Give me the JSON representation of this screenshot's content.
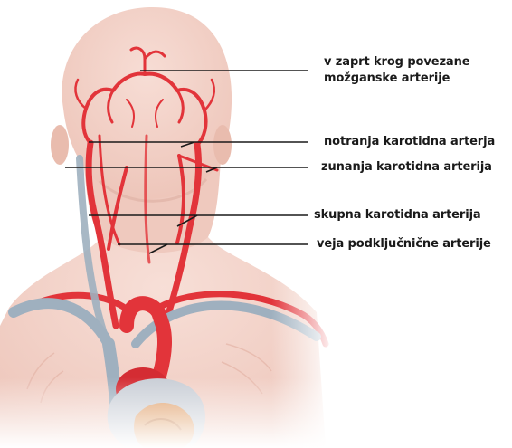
{
  "figure": {
    "labels": {
      "cerebral": [
        "v zaprt krog povezane",
        "možganske arterije"
      ],
      "internal_carotid": "notranja karotidna arterja",
      "external_carotid": "zunanja karotidna arterija",
      "common_carotid": "skupna karotidna arterija",
      "subclavian_branch": "veja podključnične arterije"
    },
    "colors": {
      "skin": "#f4d6cd",
      "artery": "#e2343a",
      "vein": "#9fb0bf",
      "leader_line": "#1a1a1a"
    }
  }
}
